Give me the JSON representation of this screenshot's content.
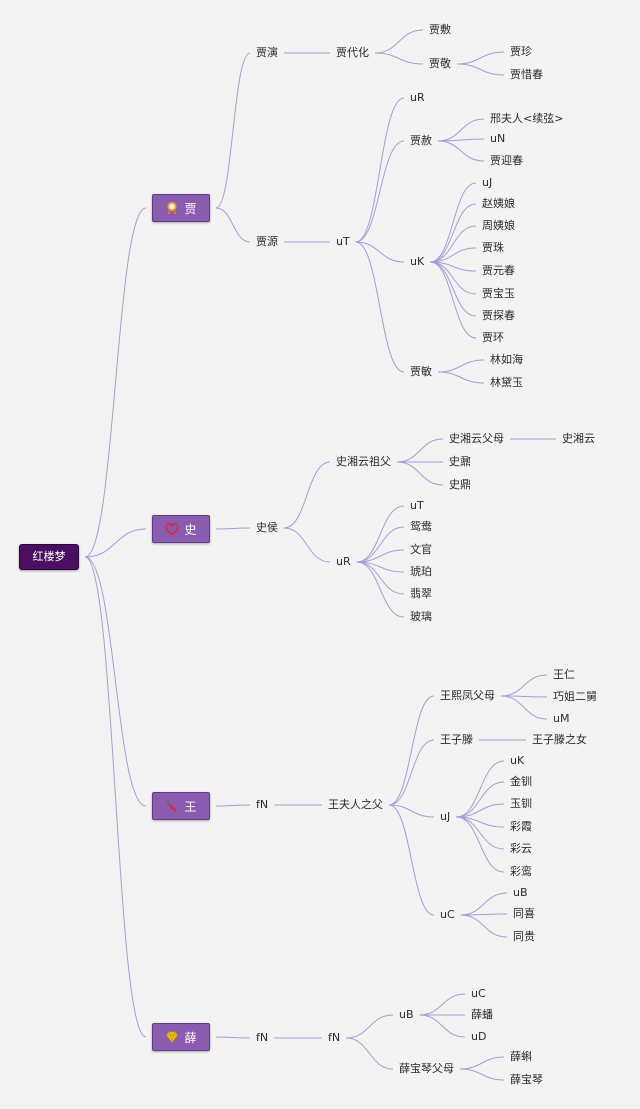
{
  "colors": {
    "line": "#a99bd6",
    "root_bg": "#4a0f63",
    "family_bg": "#8a5cb0"
  },
  "root": "红楼梦",
  "families": {
    "jia": {
      "name": "贾",
      "icon": "medal-icon"
    },
    "shi": {
      "name": "史",
      "icon": "heart-icon"
    },
    "wang": {
      "name": "王",
      "icon": "pepper-icon"
    },
    "xue": {
      "name": "薛",
      "icon": "diamond-icon"
    }
  },
  "nodes": {
    "n01": "贾演",
    "n02": "贾代化",
    "n03": "贾敷",
    "n04": "贾敬",
    "n05": "贾珍",
    "n06": "贾惜春",
    "n07": "贾源",
    "n08": "uT",
    "n09": "uR",
    "n10": "贾赦",
    "n11": "邢夫人<续弦>",
    "n12": "uN",
    "n13": "贾迎春",
    "n14": "uK",
    "n15": "uJ",
    "n16": "赵姨娘",
    "n17": "周姨娘",
    "n18": "贾珠",
    "n19": "贾元春",
    "n20": "贾宝玉",
    "n21": "贾探春",
    "n22": "贾环",
    "n23": "贾敏",
    "n24": "林如海",
    "n25": "林黛玉",
    "n26": "史侯",
    "n27": "史湘云祖父",
    "n28": "史湘云父母",
    "n29": "史湘云",
    "n30": "史鼐",
    "n31": "史鼎",
    "n32": "uR",
    "n33": "uT",
    "n34": "鸳鸯",
    "n35": "文官",
    "n36": "琥珀",
    "n37": "翡翠",
    "n38": "玻璃",
    "n39": "fN",
    "n40": "王夫人之父",
    "n41": "王熙凤父母",
    "n42": "王仁",
    "n43": "巧姐二舅",
    "n44": "uM",
    "n45": "王子滕",
    "n46": "王子滕之女",
    "n47": "uJ",
    "n48": "uK",
    "n49": "金钏",
    "n50": "玉钏",
    "n51": "彩霞",
    "n52": "彩云",
    "n53": "彩鸾",
    "n54": "uC",
    "n55": "uB",
    "n56": "同喜",
    "n57": "同贵",
    "n58": "fN",
    "n59": "fN",
    "n60": "uB",
    "n61": "uC",
    "n62": "薛蟠",
    "n63": "uD",
    "n64": "薛宝琴父母",
    "n65": "薛蝌",
    "n66": "薛宝琴"
  }
}
